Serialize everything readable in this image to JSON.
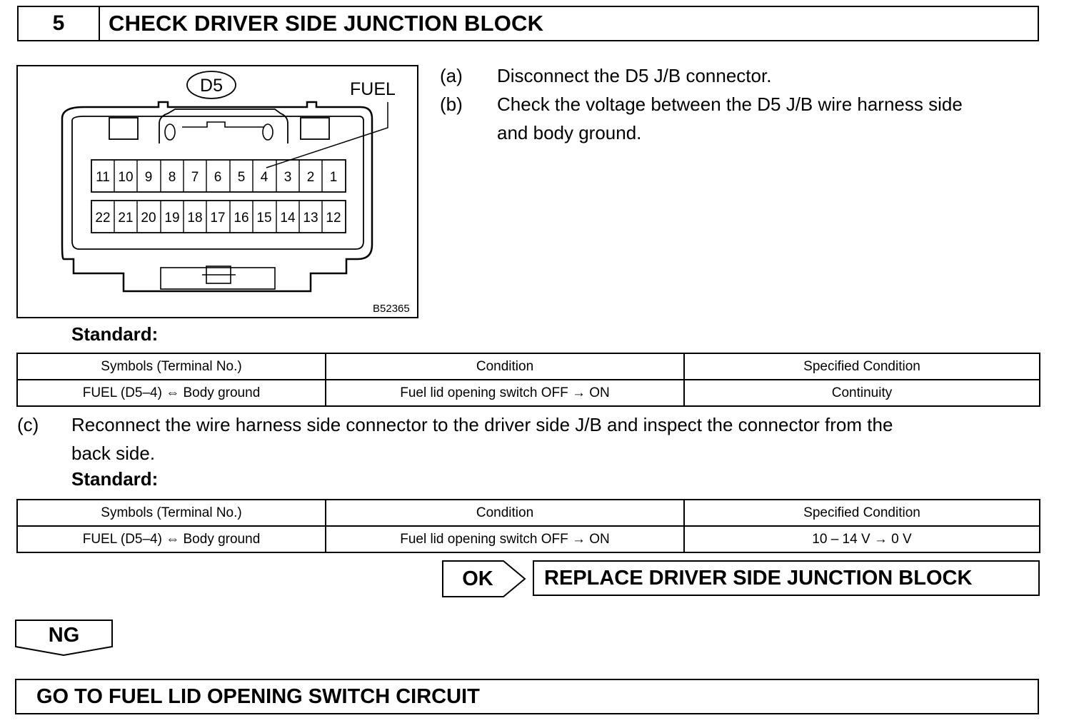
{
  "header": {
    "step_number": "5",
    "title": "CHECK DRIVER SIDE JUNCTION BLOCK"
  },
  "figure": {
    "connector_label": "D5",
    "callout_label": "FUEL",
    "figure_id": "B52365",
    "top_row_pins": [
      "11",
      "10",
      "9",
      "8",
      "7",
      "6",
      "5",
      "4",
      "3",
      "2",
      "1"
    ],
    "bottom_row_pins": [
      "22",
      "21",
      "20",
      "19",
      "18",
      "17",
      "16",
      "15",
      "14",
      "13",
      "12"
    ]
  },
  "steps": [
    {
      "letter": "(a)",
      "text": "Disconnect the D5 J/B connector."
    },
    {
      "letter": "(b)",
      "text_line1": "Check the voltage between the D5 J/B wire harness side",
      "text_line2": "and body ground."
    },
    {
      "letter": "(c)",
      "text_line1": "Reconnect the wire harness side connector to the driver side J/B and inspect the connector from the",
      "text_line2": "back side."
    }
  ],
  "standard_label": "Standard:",
  "table1": {
    "headers": [
      "Symbols (Terminal No.)",
      "Condition",
      "Specified Condition"
    ],
    "row": [
      "FUEL (D5–4) ⇔ Body ground",
      "Fuel lid opening switch OFF → ON",
      "Continuity"
    ]
  },
  "table2": {
    "headers": [
      "Symbols (Terminal No.)",
      "Condition",
      "Specified Condition"
    ],
    "row": [
      "FUEL (D5–4) ⇔ Body ground",
      "Fuel lid opening switch OFF → ON",
      "10 – 14 V → 0 V"
    ]
  },
  "results": {
    "ok_label": "OK",
    "ok_action": "REPLACE DRIVER SIDE JUNCTION BLOCK",
    "ng_label": "NG",
    "ng_action": "GO TO FUEL LID OPENING SWITCH CIRCUIT"
  }
}
